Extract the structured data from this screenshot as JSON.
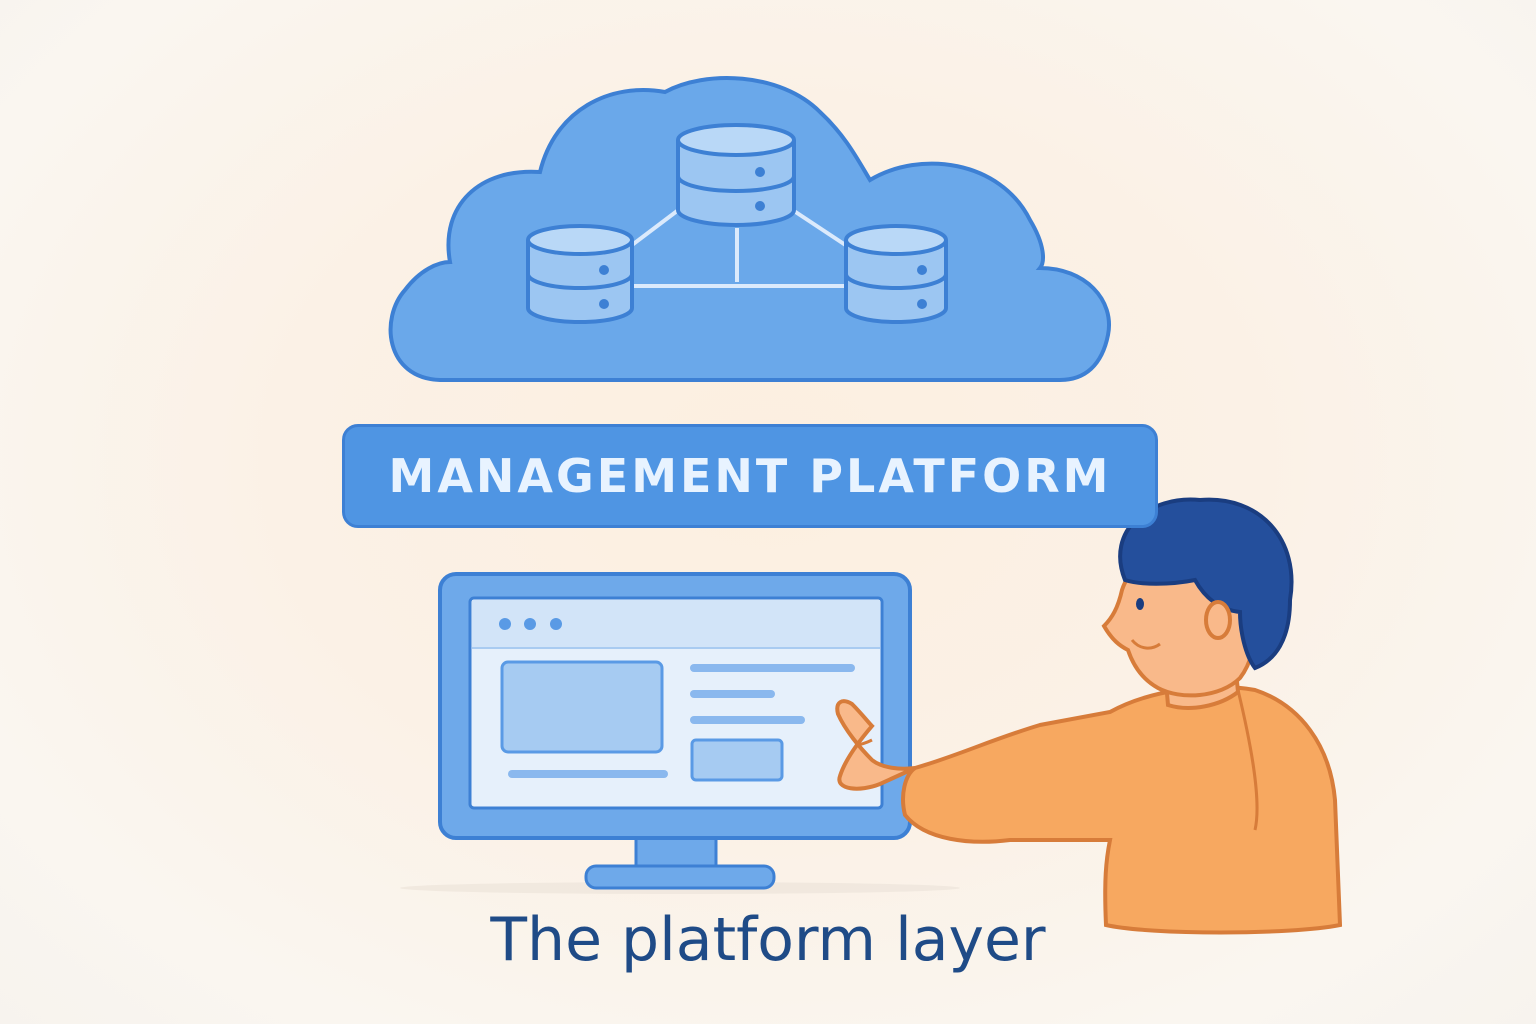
{
  "banner": {
    "label": "MANAGEMENT PLATFORM"
  },
  "caption": {
    "text": "The platform layer"
  },
  "colors": {
    "cloud_fill": "#6aa8ea",
    "cloud_outline": "#3d80d4",
    "banner_fill": "#4f95e3",
    "monitor_frame": "#6ea9ea",
    "screen_bg": "#e6f0fb",
    "shirt": "#f7a860",
    "hair": "#244f9c",
    "skin": "#f9b98a",
    "caption_text": "#1f4b87"
  },
  "icons": [
    "database-icon",
    "cloud-icon",
    "monitor-icon",
    "person-figure"
  ]
}
